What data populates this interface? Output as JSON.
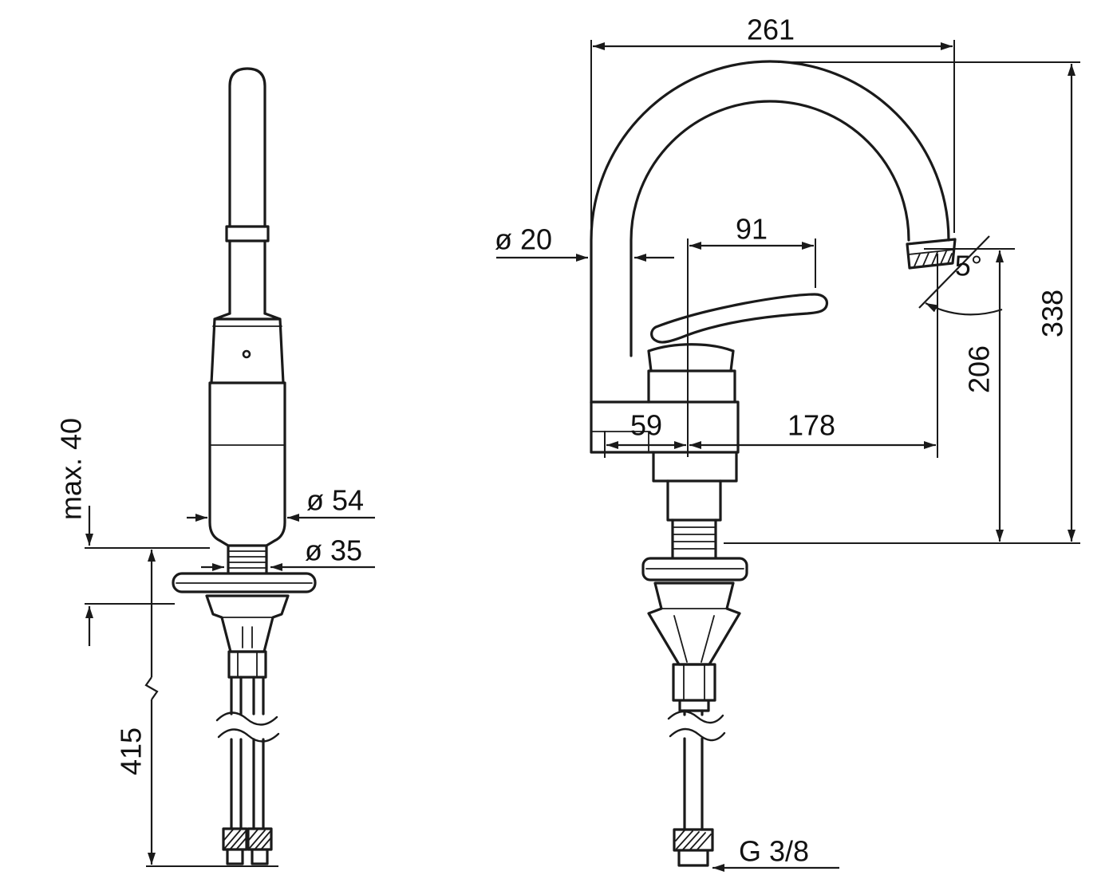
{
  "colors": {
    "background": "#ffffff",
    "line": "#1a1a1a"
  },
  "front_view": {
    "deck_thickness_max": "max. 40",
    "body_diameter": "ø 54",
    "mounting_hole_diameter": "ø 35",
    "hose_length": "415"
  },
  "side_view": {
    "spout_reach": "261",
    "spout_tube_diameter": "ø 20",
    "lever_length": "91",
    "spout_tilt_angle": "5°",
    "total_height": "338",
    "spout_outlet_height": "206",
    "base_depth": "59",
    "spout_projection": "178",
    "supply_connection": "G 3/8"
  }
}
